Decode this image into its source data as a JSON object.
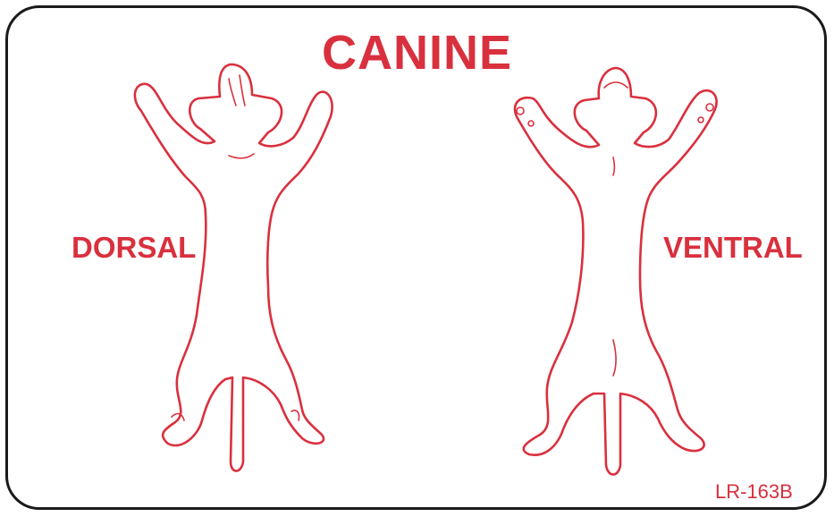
{
  "label": {
    "title": "CANINE",
    "left_view": "DORSAL",
    "right_view": "VENTRAL",
    "code": "LR-163B"
  },
  "colors": {
    "ink": "#d9303e",
    "border": "#1a1a1a",
    "background": "#ffffff"
  }
}
